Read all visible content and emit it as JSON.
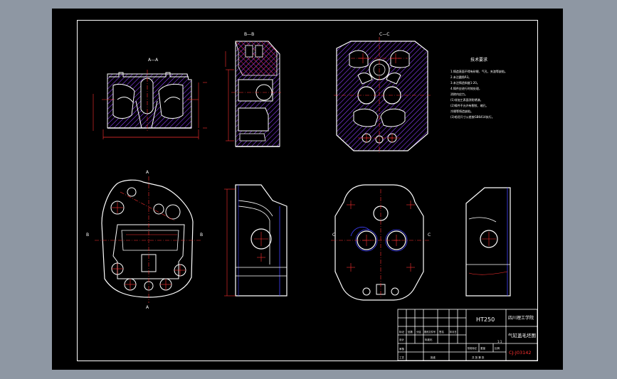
{
  "section_labels": {
    "a_a": "A—A",
    "b_b": "B—B",
    "c_c": "C—C"
  },
  "view_markers": {
    "a_top": "A",
    "a_bottom": "A",
    "b_left": "B",
    "b_right": "B",
    "c_left": "C",
    "c_right": "C"
  },
  "tech_requirements": {
    "title": "技术要求",
    "lines": [
      "1.铸造表面不得有砂眼、气孔、夹渣等缺陷。",
      "2.未注圆角R3。",
      "3.未注铸造斜度1:20。",
      "4.铸件应进行时效处理，",
      "  消除内应力。",
      "(1)非加工表面涂防锈漆。",
      "(2)铸件不允许有裂纹、缩孔、",
      "  冷隔等铸造缺陷。",
      "(3)毛坯尺寸公差按GB6414执行。"
    ]
  },
  "title_block": {
    "material": "HT250",
    "school": "四川理工学院",
    "drawing_name": "气缸盖毛坯图",
    "drawing_code": "CJ-J03142",
    "labels": {
      "design": "设计",
      "check": "审核",
      "approve": "批准",
      "scale": "比例",
      "weight": "重量",
      "sheet": "共 张 第 张",
      "stage": "阶段标记",
      "mark": "标记",
      "count": "处数",
      "zone": "分区",
      "change": "更改文件号",
      "sign": "签名",
      "date": "年月日",
      "scale_value": "1:1",
      "process": "工艺",
      "std": "标准化"
    }
  },
  "colors": {
    "background": "#000000",
    "frame": "#ffffff",
    "outline": "#ffffff",
    "hatch": "#9040ff",
    "dimension": "#ff3030",
    "centerline": "#ff3030",
    "hidden": "#4040ff",
    "window_chrome": "#8e97a3"
  }
}
